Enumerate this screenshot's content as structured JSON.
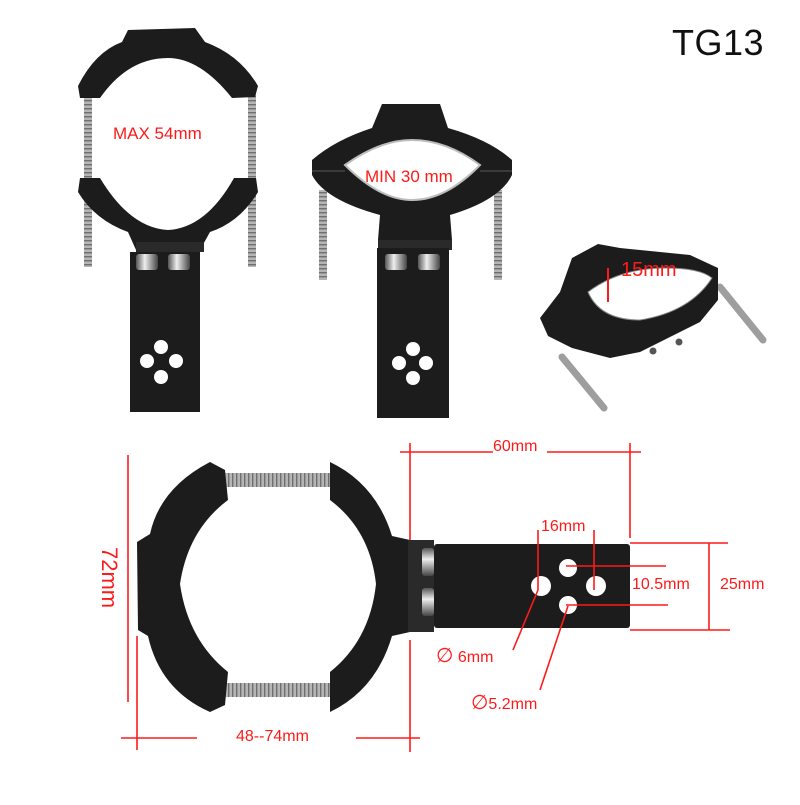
{
  "model": {
    "label": "TG13"
  },
  "views": {
    "open_clamp": {
      "caption": "MAX 54mm"
    },
    "closed_clamp": {
      "caption": "MIN 30 mm"
    },
    "perspective_clamp": {
      "caption": "15mm"
    }
  },
  "dimensions": {
    "height": "72mm",
    "clamp_range": "48--74mm",
    "bracket_length": "60mm",
    "hole_spacing_h": "16mm",
    "hole_spacing_v": "10.5mm",
    "bracket_width": "25mm",
    "hole_6": "6mm",
    "hole_52": "5.2mm",
    "diameter_symbol": "∅"
  },
  "colors": {
    "annotation": "#ff1a1a",
    "metal": "#1c1c1c",
    "metal_edge": "#3a3a3a",
    "screw": "#a8a8a8"
  }
}
